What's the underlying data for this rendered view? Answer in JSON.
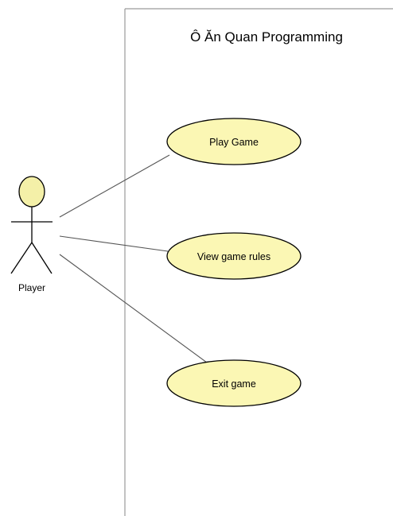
{
  "diagram": {
    "type": "uml-use-case",
    "system": {
      "title": "Ô Ăn Quan Programming"
    },
    "actor": {
      "label": "Player",
      "fill_color": "#f4f0a8"
    },
    "use_cases": [
      {
        "label": "Play Game"
      },
      {
        "label": "View game rules"
      },
      {
        "label": "Exit game"
      }
    ],
    "associations": [
      {
        "from": "Player",
        "to": "Play Game"
      },
      {
        "from": "Player",
        "to": "View game rules"
      },
      {
        "from": "Player",
        "to": "Exit game"
      }
    ],
    "colors": {
      "usecase_fill": "#fbf7b4",
      "stroke": "#000000",
      "boundary": "#9a9a9a",
      "association_line": "#555555"
    }
  }
}
